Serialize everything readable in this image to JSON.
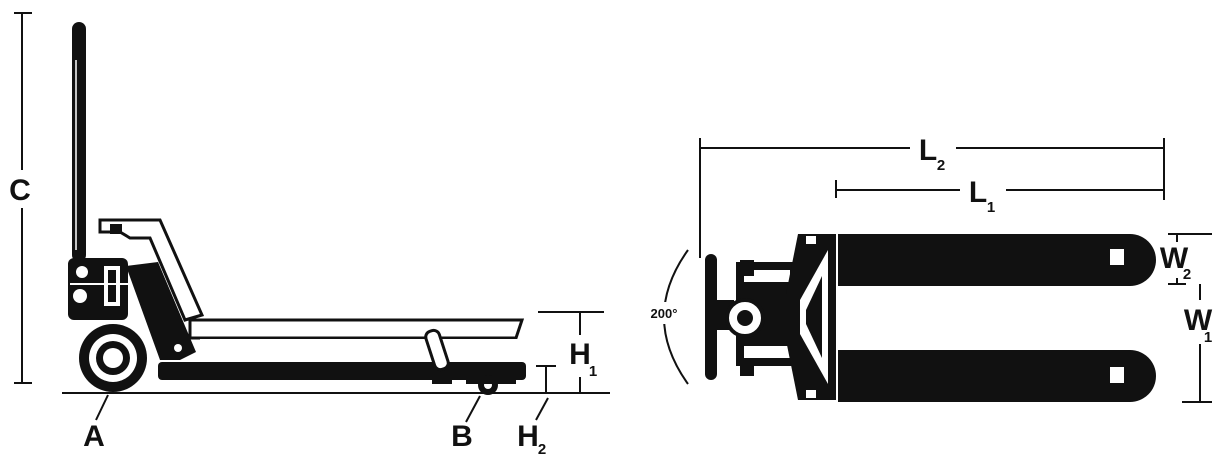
{
  "diagram": {
    "side_view": {
      "labels": {
        "height": "C",
        "wheel_front": "A",
        "wheel_rear": "B",
        "lowered_height_main": "H",
        "lowered_height_sub": "1",
        "raised_height_main": "H",
        "raised_height_sub": "2"
      }
    },
    "top_view": {
      "labels": {
        "overall_length_main": "L",
        "overall_length_sub": "2",
        "fork_length_main": "L",
        "fork_length_sub": "1",
        "fork_width_main": "W",
        "fork_width_sub": "2",
        "overall_width_main": "W",
        "overall_width_sub": "1",
        "steering_angle": "200°"
      }
    },
    "colors": {
      "ink": "#111111",
      "background": "#ffffff"
    }
  }
}
